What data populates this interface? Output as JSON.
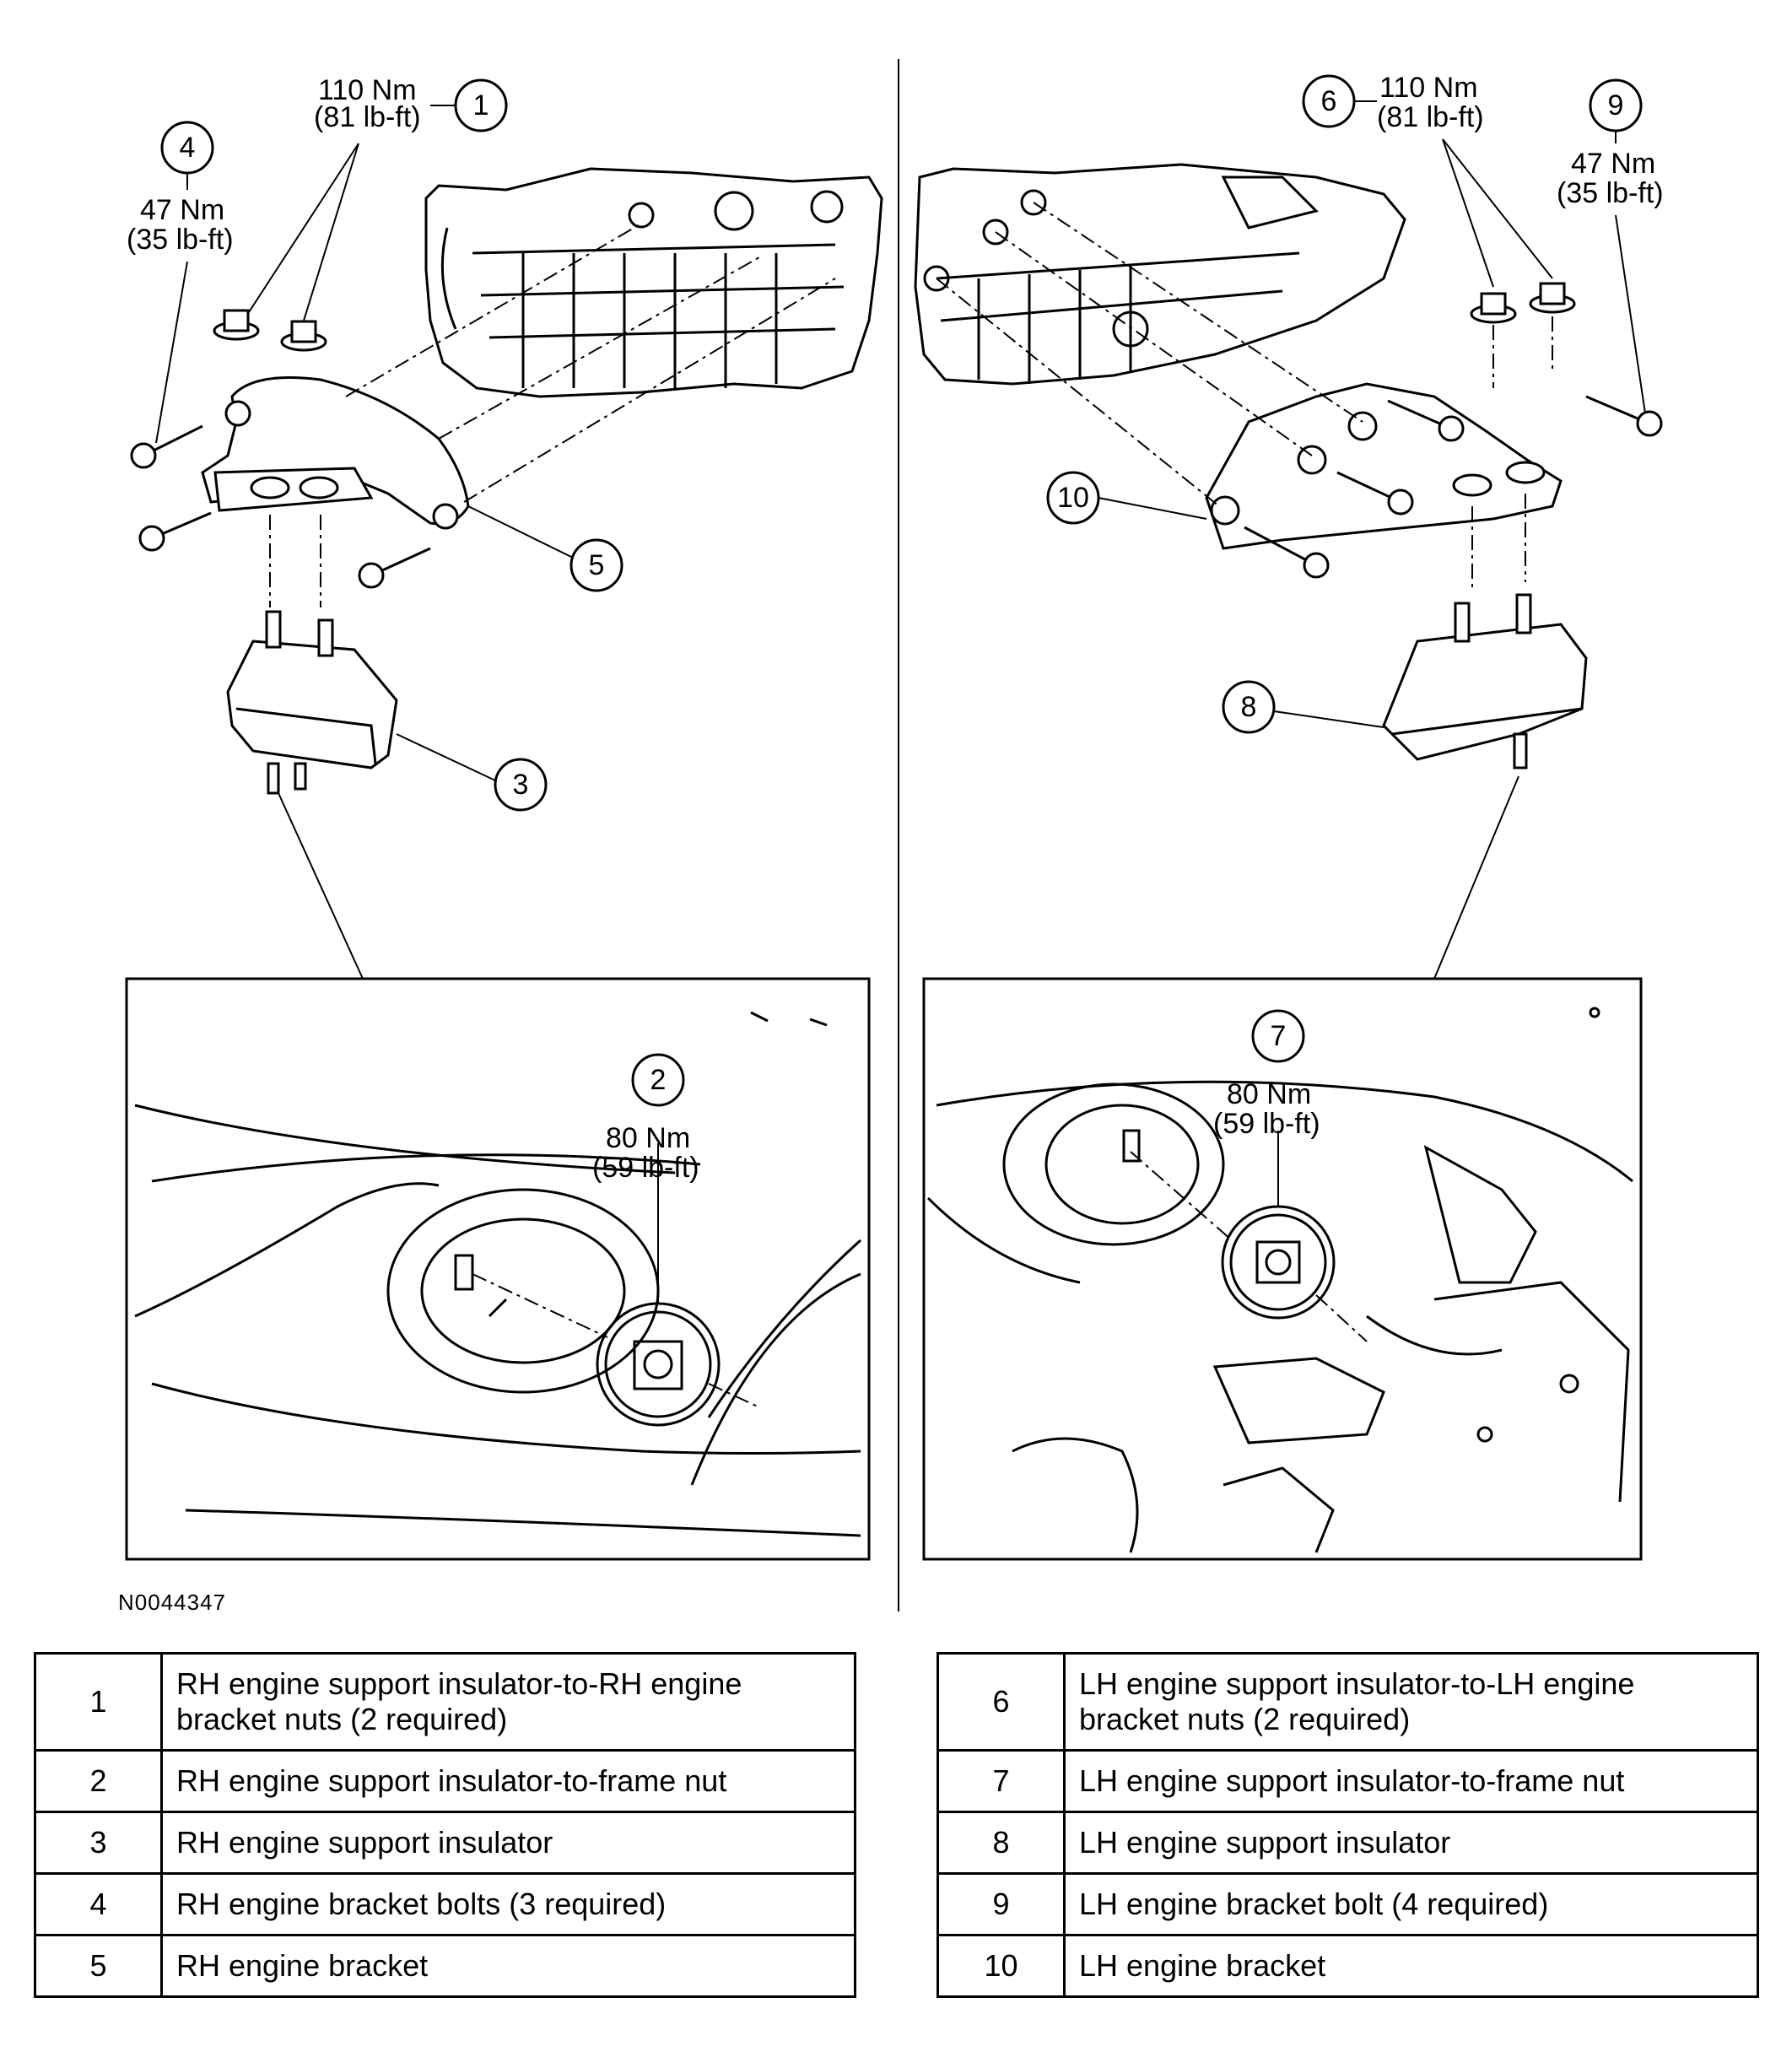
{
  "figure_id": "N0044347",
  "callouts": {
    "c1": {
      "num": "1",
      "torque_nm": "110 Nm",
      "torque_lbft": "(81 lb-ft)"
    },
    "c2": {
      "num": "2",
      "torque_nm": "80 Nm",
      "torque_lbft": "(59 lb-ft)"
    },
    "c3": {
      "num": "3"
    },
    "c4": {
      "num": "4",
      "torque_nm": "47 Nm",
      "torque_lbft": "(35 lb-ft)"
    },
    "c5": {
      "num": "5"
    },
    "c6": {
      "num": "6",
      "torque_nm": "110 Nm",
      "torque_lbft": "(81 lb-ft)"
    },
    "c7": {
      "num": "7",
      "torque_nm": "80 Nm",
      "torque_lbft": "(59 lb-ft)"
    },
    "c8": {
      "num": "8"
    },
    "c9": {
      "num": "9",
      "torque_nm": "47 Nm",
      "torque_lbft": "(35 lb-ft)"
    },
    "c10": {
      "num": "10"
    }
  },
  "legend_left": [
    {
      "num": "1",
      "desc_line1": "RH engine support insulator-to-RH engine",
      "desc_line2": "bracket nuts (2 required)"
    },
    {
      "num": "2",
      "desc": "RH engine support insulator-to-frame nut"
    },
    {
      "num": "3",
      "desc": "RH engine support insulator"
    },
    {
      "num": "4",
      "desc": "RH engine bracket bolts (3 required)"
    },
    {
      "num": "5",
      "desc": "RH engine bracket"
    }
  ],
  "legend_right": [
    {
      "num": "6",
      "desc_line1": "LH engine support insulator-to-LH engine",
      "desc_line2": "bracket nuts (2 required)"
    },
    {
      "num": "7",
      "desc": "LH engine support insulator-to-frame nut"
    },
    {
      "num": "8",
      "desc": "LH engine support insulator"
    },
    {
      "num": "9",
      "desc": "LH engine bracket bolt (4 required)"
    },
    {
      "num": "10",
      "desc": "LH engine bracket"
    }
  ]
}
